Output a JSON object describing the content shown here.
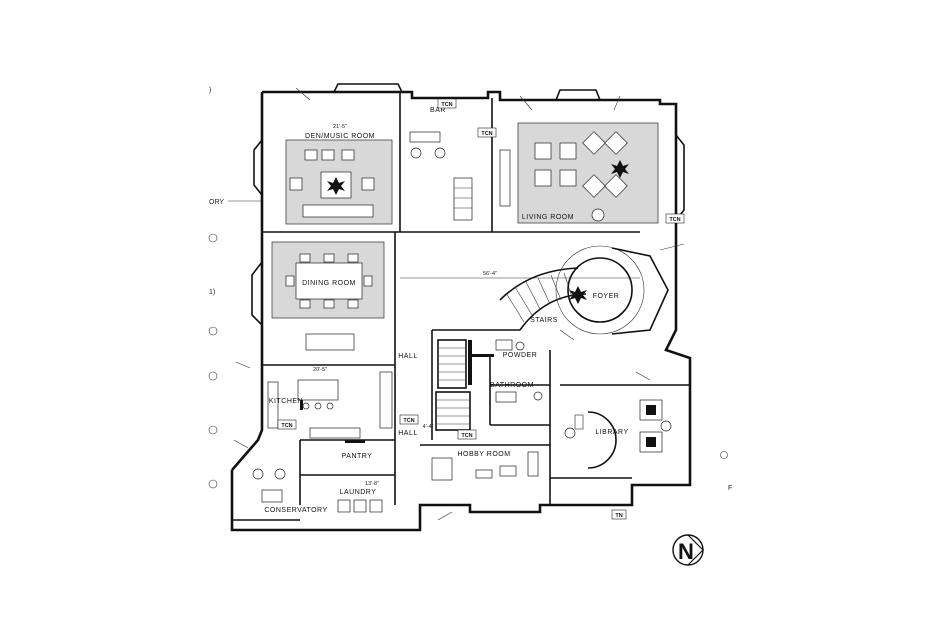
{
  "rooms": {
    "den": "DEN/MUSIC ROOM",
    "bar": "BAR",
    "living": "LIVING ROOM",
    "dining": "DINING ROOM",
    "foyer": "FOYER",
    "stairs": "STAIRS",
    "powder": "POWDER",
    "bathroom": "BATHROOM",
    "kitchen": "KITCHEN",
    "hall_upper": "HALL",
    "hall_lower": "HALL",
    "hobby": "HOBBY ROOM",
    "library": "LIBRARY",
    "pantry": "PANTRY",
    "laundry": "LAUNDRY",
    "conservatory": "CONSERVATORY"
  },
  "dimensions": {
    "den_width": "21'-5\"",
    "center_span": "56'-4\"",
    "kitchen_width": "20'-5\"",
    "hall_width": "4'-4\"",
    "laundry_width": "13'-8\""
  },
  "tags": [
    "TCN",
    "TCN",
    "TCN",
    "TCN",
    "TCN",
    "TCN",
    "TN"
  ],
  "margin_text": {
    "story_fragment": "ORY",
    "paren_top": ")",
    "paren_mid": "1)",
    "right_f": "F"
  },
  "compass_letter": "N"
}
